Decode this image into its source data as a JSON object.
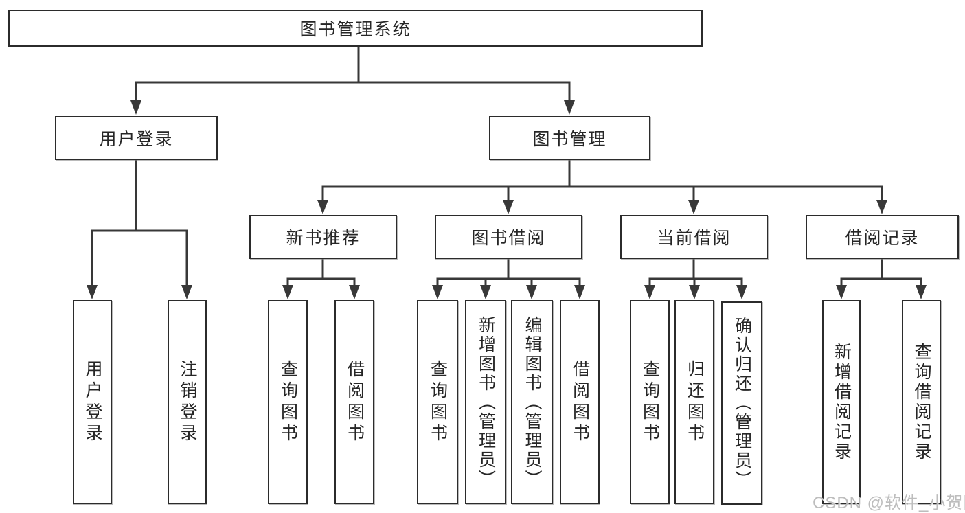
{
  "diagram": {
    "title": "图书管理系统",
    "watermark": "CSDN @软件_小贺同学"
  },
  "colors": {
    "background": "#ffffff",
    "line": "#383838",
    "box_border": "#2b2b2b",
    "text": "#262626",
    "watermark": "#b9b9b9"
  },
  "nodes": {
    "root": {
      "label": "图书管理系统"
    },
    "user_login": {
      "label": "用户登录"
    },
    "book_mgmt": {
      "label": "图书管理"
    },
    "new_book_rec": {
      "label": "新书推荐"
    },
    "book_borrow": {
      "label": "图书借阅"
    },
    "current_borrow": {
      "label": "当前借阅"
    },
    "borrow_records": {
      "label": "借阅记录"
    },
    "leaf_user_login": {
      "label": "用户登录"
    },
    "leaf_logout": {
      "label": "注销登录"
    },
    "leaf_rec_query": {
      "label": "查询图书"
    },
    "leaf_rec_borrow": {
      "label": "借阅图书"
    },
    "leaf_bb_query": {
      "label": "查询图书"
    },
    "leaf_bb_add": {
      "label": "新增图书（管理员）"
    },
    "leaf_bb_edit": {
      "label": "编辑图书（管理员）"
    },
    "leaf_bb_borrow": {
      "label": "借阅图书"
    },
    "leaf_cb_query": {
      "label": "查询图书"
    },
    "leaf_cb_return": {
      "label": "归还图书"
    },
    "leaf_cb_confirm": {
      "label": "确认归还（管理员）"
    },
    "leaf_br_add": {
      "label": "新增借阅记录"
    },
    "leaf_br_query": {
      "label": "查询借阅记录"
    }
  }
}
